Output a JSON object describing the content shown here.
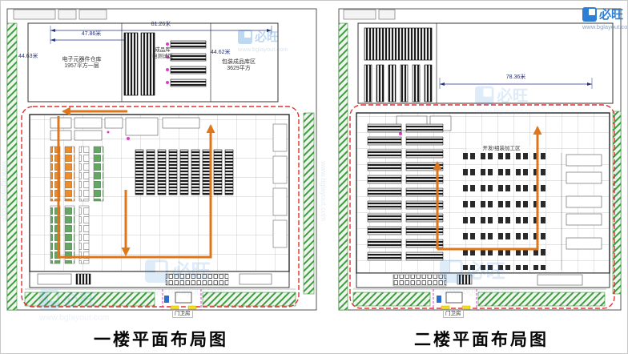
{
  "captions": {
    "floor1": "一楼平面布局图",
    "floor2": "二楼平面布局图"
  },
  "watermark": {
    "brand": "必旺",
    "url": "www.bglayout.com"
  },
  "floor1": {
    "dims": {
      "overall": "81.26米",
      "left_section": "47.86米",
      "left_depth": "44.63米",
      "right_depth": "44.62米"
    },
    "labels": {
      "warehouse_name": "电子元器件仓库",
      "warehouse_area": "1957平方一层",
      "test_name": "成品库",
      "test_area": "电测试区",
      "packing_name": "包装成品库区",
      "packing_area": "3629平方",
      "gatehouse": "门卫房"
    }
  },
  "floor2": {
    "dims": {
      "overall": "78.36米"
    },
    "labels": {
      "process_area": "开发/组装加工区",
      "gatehouse": "门卫房"
    }
  },
  "colors": {
    "flow_arrow": "#e0761a",
    "boundary_dashed": "#e23030",
    "greenbelt": "#3f9c3f",
    "watermark_blue": "#2b7fd4"
  }
}
